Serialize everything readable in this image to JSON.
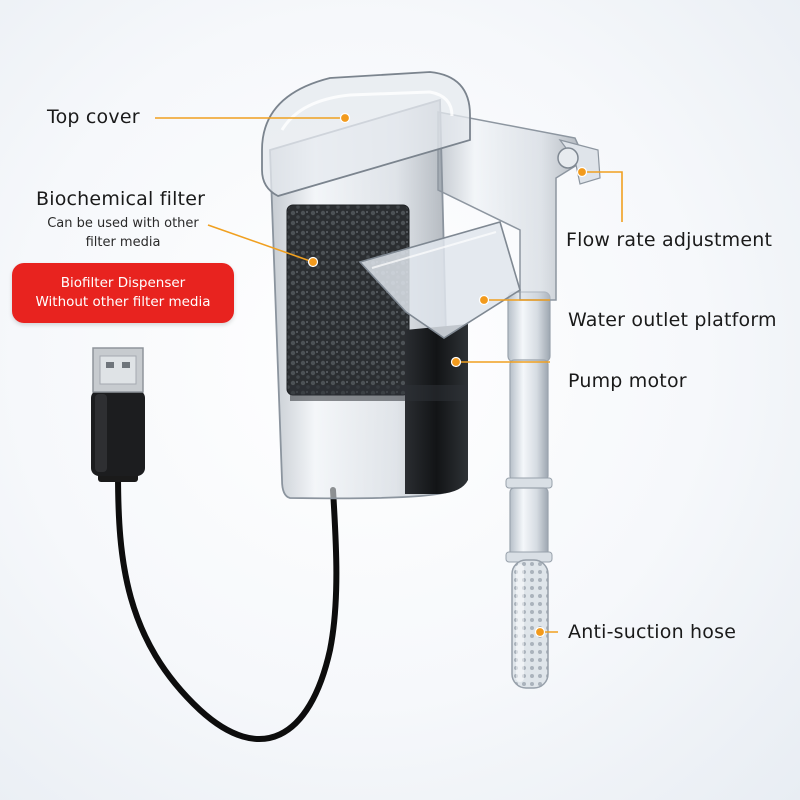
{
  "labels": {
    "top_cover": "Top cover",
    "biochemical_filter": "Biochemical filter",
    "biochemical_filter_note_1": "Can be used with other",
    "biochemical_filter_note_2": "filter media",
    "flow_rate": "Flow rate adjustment",
    "water_outlet": "Water outlet platform",
    "pump_motor": "Pump motor",
    "anti_suction": "Anti-suction hose"
  },
  "badge": {
    "line1": "Biofilter Dispenser",
    "line2": "Without other filter media"
  },
  "colors": {
    "badge": "#e8231f",
    "leader_line": "#f0a020",
    "marker_dot": "#f29a1c"
  }
}
